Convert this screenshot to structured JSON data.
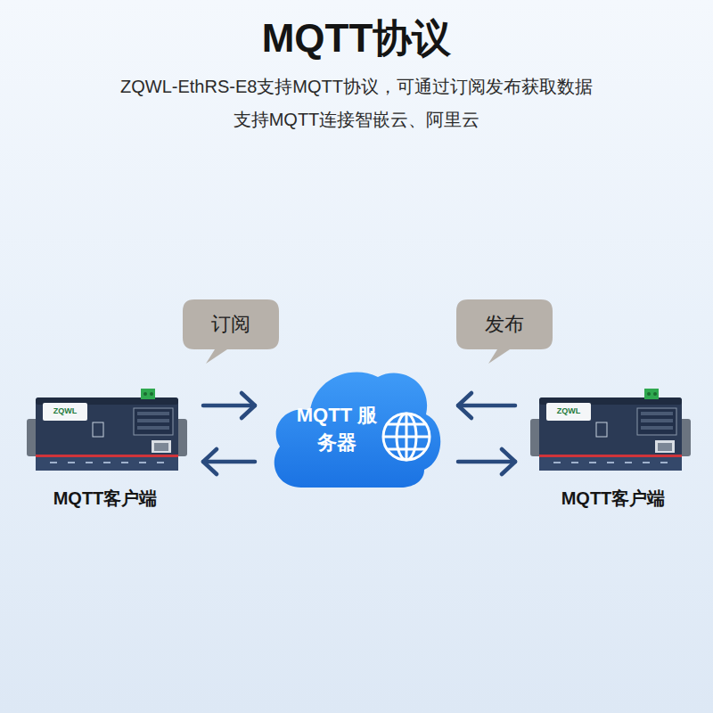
{
  "diagram": {
    "title": "MQTT协议",
    "nodes": [
      {
        "text": [
          "订阅"
        ]
      },
      {
        "text": [
          "发布"
        ]
      },
      {
        "text": [
          "MQTT客户端"
        ]
      },
      {
        "text": [
          "MQTT 服务器"
        ]
      },
      {
        "text": [
          "MQTT客户端"
        ]
      }
    ],
    "edges": [
      {
        "from": 2,
        "to": 3,
        "arrow": "to"
      },
      {
        "from": 3,
        "to": 2,
        "arrow": "to"
      },
      {
        "from": 4,
        "to": 3,
        "arrow": "to"
      },
      {
        "from": 3,
        "to": 4,
        "arrow": "to"
      }
    ],
    "labels": [
      "ZQWL-EthRS-E8支持MQTT协议，可通过订阅发布获取数据",
      "支持MQTT连接智嵌云、阿里云",
      "ZQWL",
      "ZQWL"
    ]
  }
}
